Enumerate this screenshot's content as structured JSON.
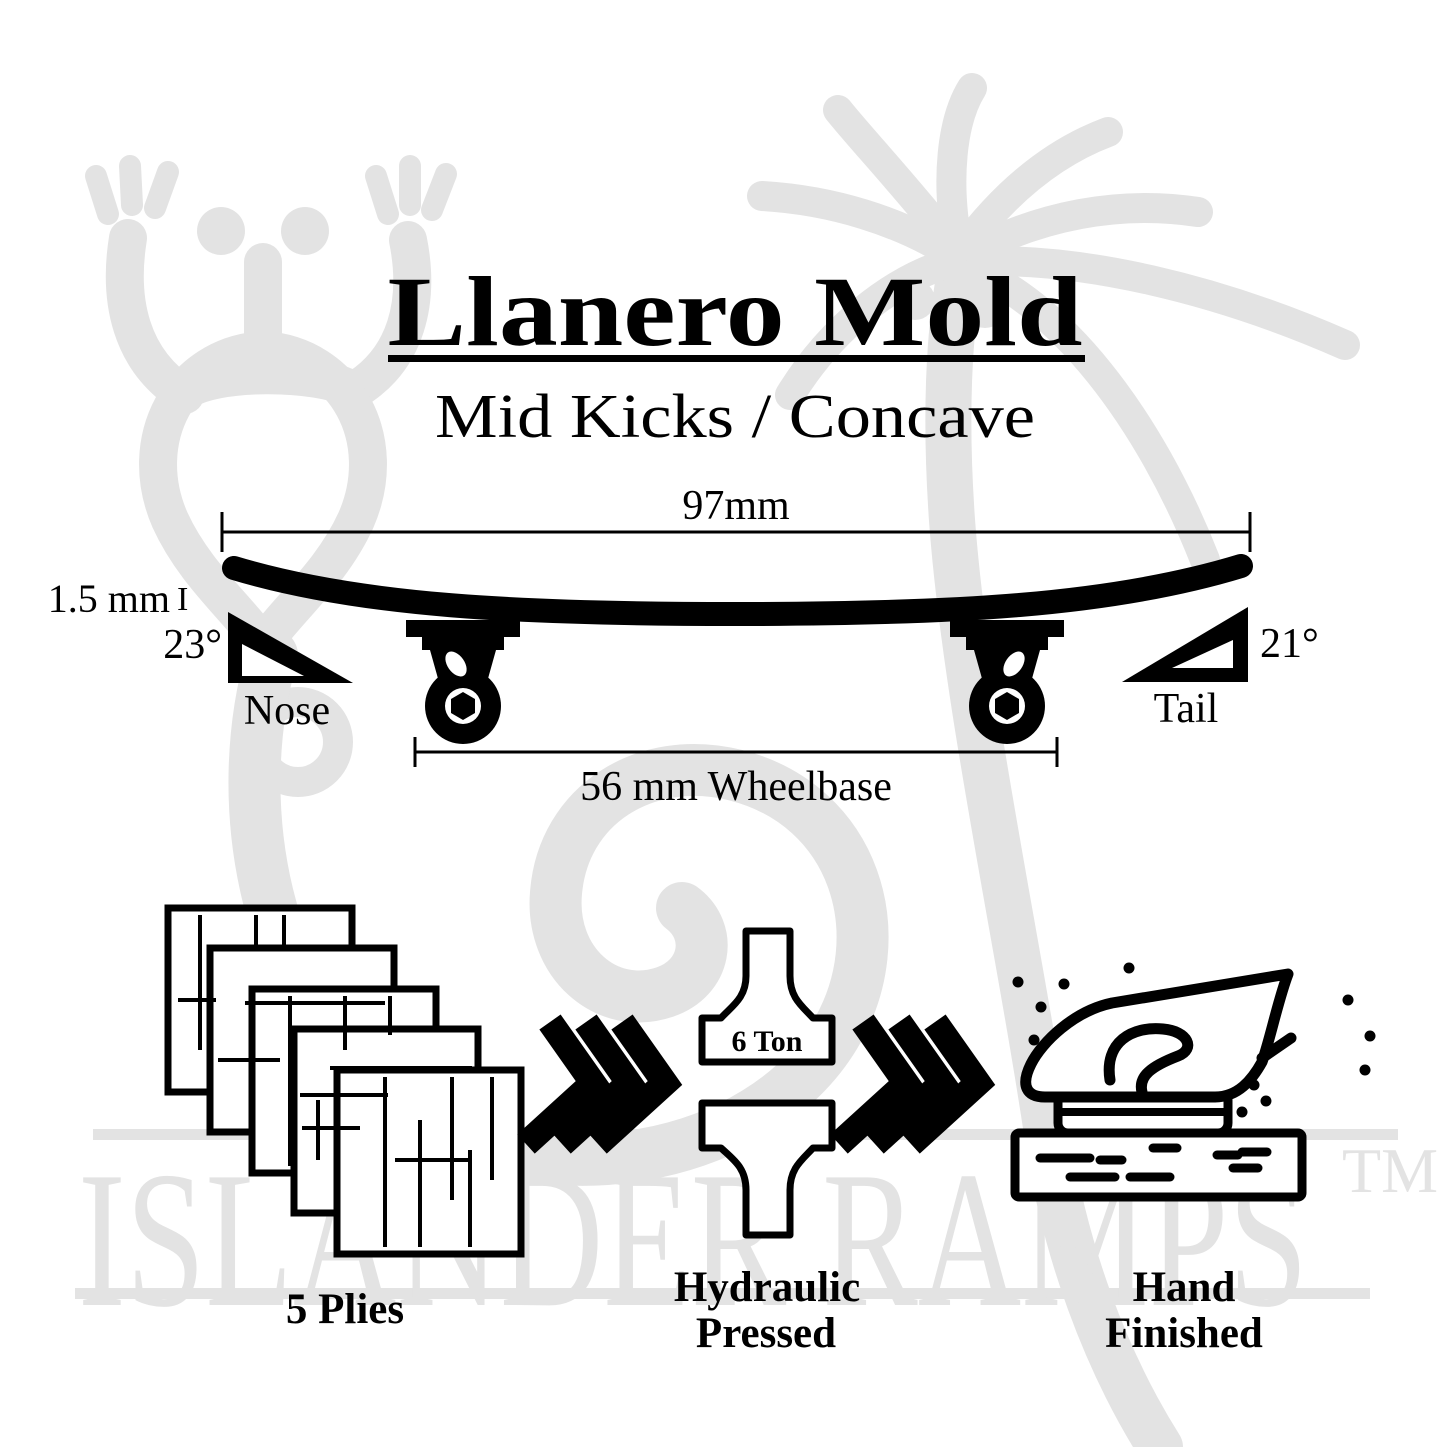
{
  "header": {
    "title": "Llanero Mold",
    "subtitle": "Mid Kicks / Concave"
  },
  "board": {
    "length_dim": "97mm",
    "kick_rise_dim": "1.5 mm",
    "kick_rise_tick": "I",
    "nose_angle": "23°",
    "tail_angle": "21°",
    "nose_label": "Nose",
    "tail_label": "Tail",
    "wheelbase_dim": "56 mm Wheelbase"
  },
  "process": {
    "plies_label": "5 Plies",
    "press_capacity": "6 Ton",
    "press_line1": "Hydraulic",
    "press_line2": "Pressed",
    "finish_line1": "Hand",
    "finish_line2": "Finished"
  },
  "watermark": {
    "brand": "ISLANDER RAMPS",
    "trademark": "TM"
  },
  "icons": {
    "board": "skateboard-side-view-icon",
    "nose_triangle": "nose-angle-triangle-icon",
    "tail_triangle": "tail-angle-triangle-icon",
    "plies": "plies-stack-icon",
    "arrows": "chevron-arrows-icon",
    "press": "hydraulic-press-icon",
    "sanding": "hand-sanding-icon",
    "logo": "islander-ramps-watermark-logo"
  },
  "colors": {
    "ink": "#000000",
    "watermark_gray": "#e3e3e3",
    "background": "#ffffff"
  }
}
